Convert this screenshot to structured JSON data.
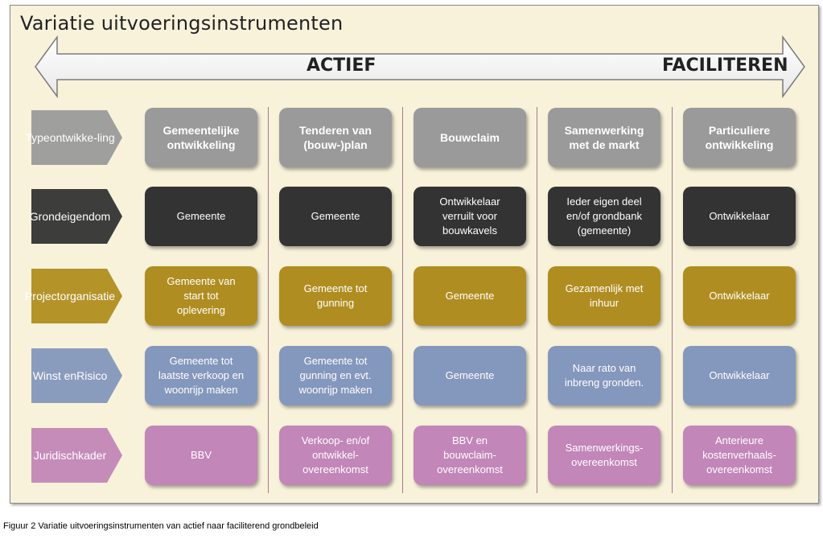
{
  "title": "Variatie uitvoeringsinstrumenten",
  "arrow": {
    "left_label": "ACTIEF",
    "right_label": "FACILITEREN"
  },
  "caption": "Figuur 2 Variatie uitvoeringsinstrumenten van actief naar faciliterend grondbeleid",
  "colors": {
    "panel": "#f9f2db",
    "type": "#9a9a9a",
    "grond": "#333333",
    "project": "#b08d20",
    "winst": "#8497bd",
    "juridisch": "#c286b8"
  },
  "rows": [
    {
      "label_lines": [
        "Type",
        "ontwikke-",
        "ling"
      ],
      "cells": [
        [
          "Gemeentelijke",
          "ontwikkeling"
        ],
        [
          "Tenderen van",
          "(bouw-)plan"
        ],
        [
          "Bouwclaim"
        ],
        [
          "Samenwerking",
          "met de markt"
        ],
        [
          "Particuliere",
          "ontwikkeling"
        ]
      ]
    },
    {
      "label_lines": [
        "Grond",
        "eigendom"
      ],
      "cells": [
        [
          "Gemeente"
        ],
        [
          "Gemeente"
        ],
        [
          "Ontwikkelaar",
          "verruilt voor",
          "bouwkavels"
        ],
        [
          "Ieder eigen deel",
          "en/of grondbank",
          "(gemeente)"
        ],
        [
          "Ontwikkelaar"
        ]
      ]
    },
    {
      "label_lines": [
        "Project",
        "organisatie"
      ],
      "cells": [
        [
          "Gemeente van",
          "start tot",
          "oplevering"
        ],
        [
          "Gemeente tot",
          "gunning"
        ],
        [
          "Gemeente"
        ],
        [
          "Gezamenlijk met",
          "inhuur"
        ],
        [
          "Ontwikkelaar"
        ]
      ]
    },
    {
      "label_lines": [
        "Winst en",
        "Risico"
      ],
      "cells": [
        [
          "Gemeente tot",
          "laatste verkoop en",
          "woonrijp maken"
        ],
        [
          "Gemeente tot",
          "gunning en evt.",
          "woonrijp maken"
        ],
        [
          "Gemeente"
        ],
        [
          "Naar rato van",
          "inbreng gronden."
        ],
        [
          "Ontwikkelaar"
        ]
      ]
    },
    {
      "label_lines": [
        "Juridisch",
        "kader"
      ],
      "cells": [
        [
          "BBV"
        ],
        [
          "Verkoop- en/of",
          "ontwikkel-",
          "overeenkomst"
        ],
        [
          "BBV en",
          "bouwclaim-",
          "overeenkomst"
        ],
        [
          "Samenwerkings-",
          "overeenkomst"
        ],
        [
          "Anterieure",
          "kostenverhaals-",
          "overeenkomst"
        ]
      ]
    }
  ]
}
